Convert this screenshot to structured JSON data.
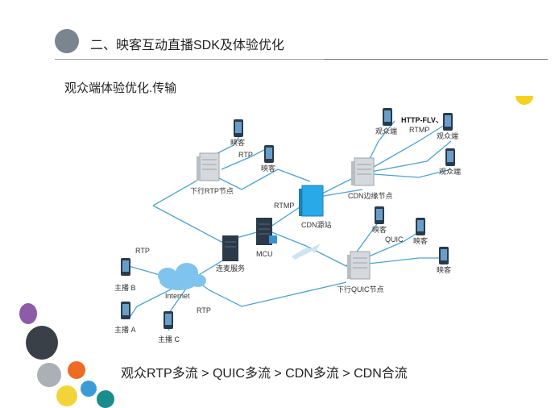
{
  "header": {
    "title": "二、映客互动直播SDK及体验优化"
  },
  "subtitle": "观众端体验优化.传输",
  "diagram": {
    "nodes": {
      "phone_top_1": "映客",
      "phone_top_2": "映客",
      "rtp_top": "RTP",
      "server_rtp": "下行RTP节点",
      "rtmp_mid": "RTMP",
      "cdn_source": "CDN源站",
      "mcu": "MCU",
      "link_service": "连麦服务",
      "cdn_edge": "CDN边缘节点",
      "viewer_1": "观众端",
      "viewer_2": "观众端",
      "viewer_3": "观众端",
      "http_flv": "HTTP-FLV、",
      "rtmp_right": "RTMP",
      "quic_phone_1": "映客",
      "quic_phone_2": "映客",
      "quic_phone_3": "映客",
      "quic": "QUIC",
      "server_quic": "下行QUIC节点",
      "internet": "Internet",
      "rtp_left": "RTP",
      "rtp_bottom": "RTP",
      "host_a": "主播 A",
      "host_b": "主播 B",
      "host_c": "主播 C"
    }
  },
  "bottom": "观众RTP多流  >  QUIC多流  >  CDN多流  >  CDN合流",
  "colors": {
    "line": "#4aa3d6",
    "server": "#c9ced3",
    "cdn": "#29a9e8",
    "mcu": "#2b3a48",
    "cloud": "#7fc4ee"
  }
}
